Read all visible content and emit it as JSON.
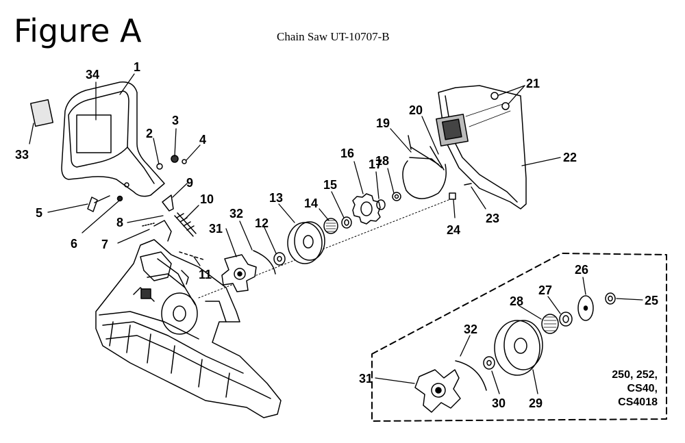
{
  "title": "Figure A",
  "subtitle": "Chain Saw UT-10707-B",
  "models": [
    "250, 252,",
    "CS40,",
    "CS4018"
  ],
  "callouts": {
    "n1": "1",
    "n2": "2",
    "n3": "3",
    "n4": "4",
    "n5": "5",
    "n6": "6",
    "n7": "7",
    "n8": "8",
    "n9": "9",
    "n10": "10",
    "n11": "11",
    "n12": "12",
    "n13": "13",
    "n14": "14",
    "n15": "15",
    "n16": "16",
    "n17": "17",
    "n18": "18",
    "n19": "19",
    "n20": "20",
    "n21": "21",
    "n22": "22",
    "n23": "23",
    "n24": "24",
    "n25": "25",
    "n26": "26",
    "n27": "27",
    "n28": "28",
    "n29": "29",
    "n30": "30",
    "n31": "31",
    "n31b": "31",
    "n32": "32",
    "n32b": "32",
    "n33": "33",
    "n34": "34"
  }
}
